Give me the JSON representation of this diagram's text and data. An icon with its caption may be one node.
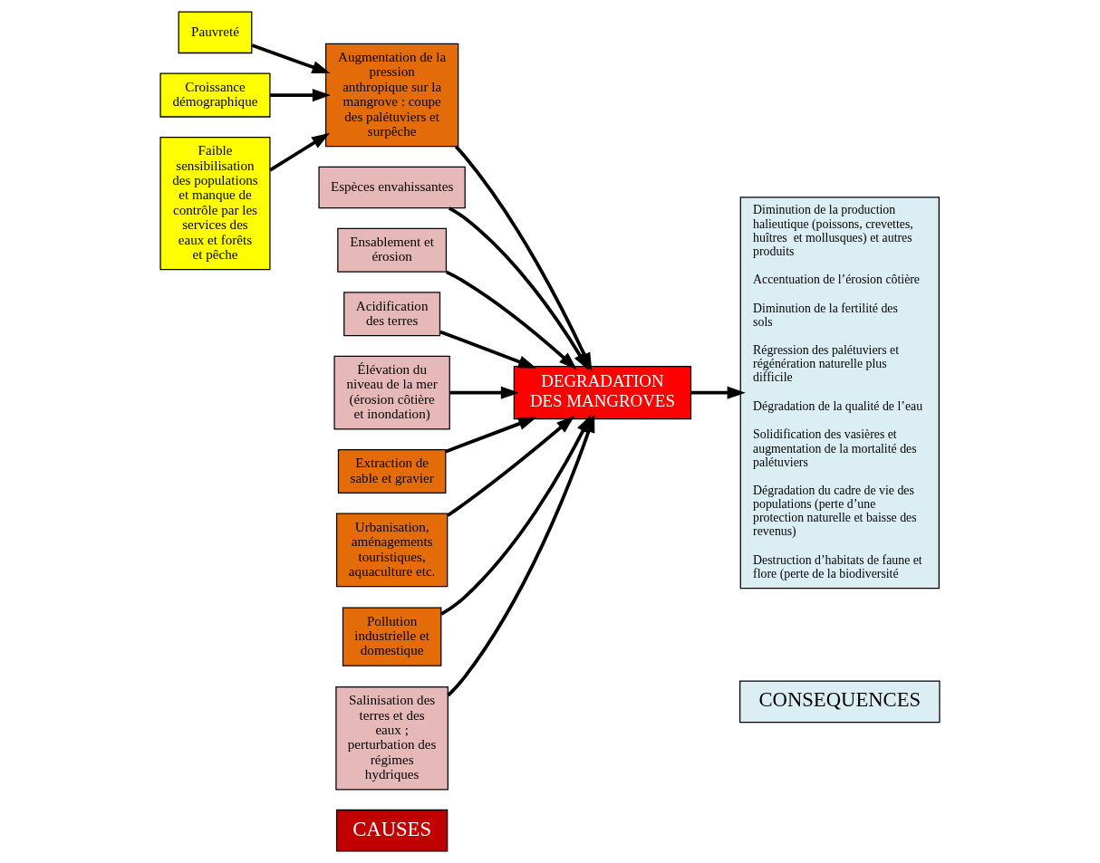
{
  "diagram": {
    "nodes": [
      {
        "text": [
          "CAUSES"
        ]
      },
      {
        "text": [
          "CONSEQUENCES"
        ]
      },
      {
        "text": [
          "Pauvreté"
        ]
      },
      {
        "text": [
          "Espèces envahissantes"
        ]
      },
      {
        "text": [
          "Ensablement et érosion"
        ]
      },
      {
        "text": [
          "Acidification des terres"
        ]
      },
      {
        "text": [
          "Élévation du niveau de la mer (érosion côtière et inondation)"
        ]
      },
      {
        "text": [
          "Extraction de sable et gravier"
        ]
      },
      {
        "text": [
          "Croissance démographique"
        ]
      },
      {
        "text": [
          "Augmentation de la pression anthropique sur la mangrove : coupe des palétuviers et surpêche"
        ]
      },
      {
        "text": [
          "DEGRADATION DES MANGROVES"
        ]
      },
      {
        "text": [
          "Diminution de la production halieutique (poissons, crevettes, huîtres  et mollusques) et autres produits",
          "Accentuation de l’érosion côtière",
          "Diminution de la fertilité des sols",
          "Régression des palétuviers et régénération naturelle plus difficile",
          "Dégradation de la qualité de l’eau",
          "Solidification des vasières et augmentation de la mortalité des palétuviers",
          "Dégradation du cadre de vie des populations (perte d’une protection naturelle et baisse des revenus)",
          "Destruction d’habitats de faune et flore (perte de la biodiversité"
        ]
      },
      {
        "text": [
          "Faible sensibilisation des populations et manque de contrôle par les services des eaux et forêts et pêche"
        ]
      },
      {
        "text": [
          "Urbanisation, aménagements touristiques, aquaculture etc."
        ]
      },
      {
        "text": [
          "Pollution industrielle et domestique"
        ]
      },
      {
        "text": [
          "Salinisation des terres et des eaux ; perturbation des régimes hydriques"
        ]
      }
    ],
    "edges": [
      {
        "from": 2,
        "to": 9,
        "arrow": "to"
      },
      {
        "from": 3,
        "to": 10,
        "arrow": "to"
      },
      {
        "from": 4,
        "to": 10,
        "arrow": "to"
      },
      {
        "from": 5,
        "to": 10,
        "arrow": "to"
      },
      {
        "from": 6,
        "to": 10,
        "arrow": "to"
      },
      {
        "from": 7,
        "to": 10,
        "arrow": "to"
      },
      {
        "from": 8,
        "to": 9,
        "arrow": "to"
      },
      {
        "from": 12,
        "to": 9,
        "arrow": "to"
      },
      {
        "from": 9,
        "to": 10,
        "arrow": "to"
      },
      {
        "from": 13,
        "to": 10,
        "arrow": "to"
      },
      {
        "from": 14,
        "to": 10,
        "arrow": "to"
      },
      {
        "from": 15,
        "to": 10,
        "arrow": "to"
      },
      {
        "from": 10,
        "to": 11,
        "arrow": "to"
      }
    ]
  }
}
